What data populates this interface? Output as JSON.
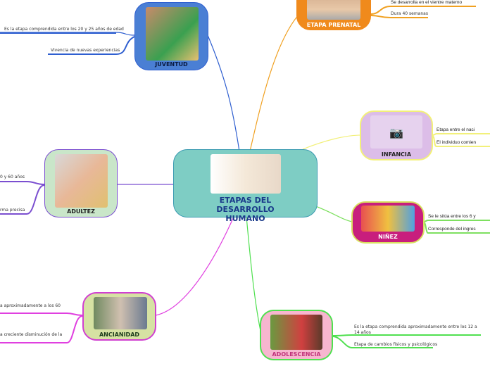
{
  "center": {
    "title": "ETAPAS DEL DESARROLLO HUMANO",
    "color": "#7ecdc4"
  },
  "nodes": {
    "juventud": {
      "label": "JUVENTUD",
      "color": "#4a7fd4",
      "leaves": [
        "Es la etapa comprendida entre los 20 y 25 años de edad",
        "Vivencia de nuevas experiencias"
      ]
    },
    "prenatal": {
      "label": "ETAPA PRENATAL",
      "color": "#f08a1c",
      "leaves": [
        "Se desarrolla en el vientre materno",
        "Dura 40 semanas"
      ]
    },
    "infancia": {
      "label": "INFANCIA",
      "color": "#dcbde8",
      "icon": "camera-icon",
      "leaves": [
        "Etapa entre el naci",
        "El individuo comien"
      ]
    },
    "ninez": {
      "label": "NIÑEZ",
      "color": "#c81e7d",
      "leaves": [
        "Se le sitúa entre los 6 y",
        "Corresponde del ingres"
      ]
    },
    "adolescencia": {
      "label": "ADOLESCENCIA",
      "color": "#f7b6cf",
      "leaves": [
        "Es la etapa comprendida aproximadamente entre los 12 a 14 años",
        "Etapa de cambios físicos y psicológicos"
      ]
    },
    "ancianidad": {
      "label": "ANCIANIDAD",
      "color": "#d6e2a3",
      "leaves": [
        "a aproximadamente a los 60",
        "a creciente disminución de la"
      ]
    },
    "adultez": {
      "label": "ADULTEZ",
      "color": "#c9e6c9",
      "leaves": [
        "0 y 60 años",
        "rma precisa"
      ]
    }
  }
}
